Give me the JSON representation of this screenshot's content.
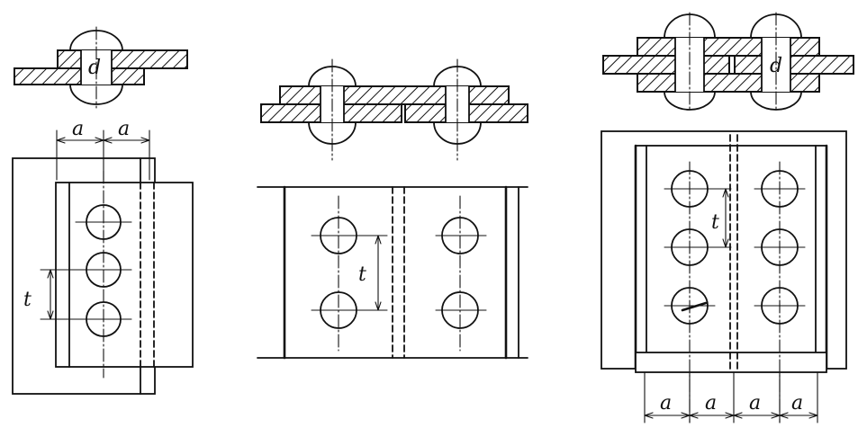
{
  "labels": {
    "left_d": "d",
    "left_a1": "a",
    "left_a2": "a",
    "left_t": "t",
    "mid_t": "t",
    "right_d": "d",
    "right_t": "t",
    "right_a1": "a",
    "right_a2": "a",
    "right_a3": "a",
    "right_a4": "a"
  },
  "colors": {
    "ink": "#111111",
    "paper": "#ffffff"
  }
}
